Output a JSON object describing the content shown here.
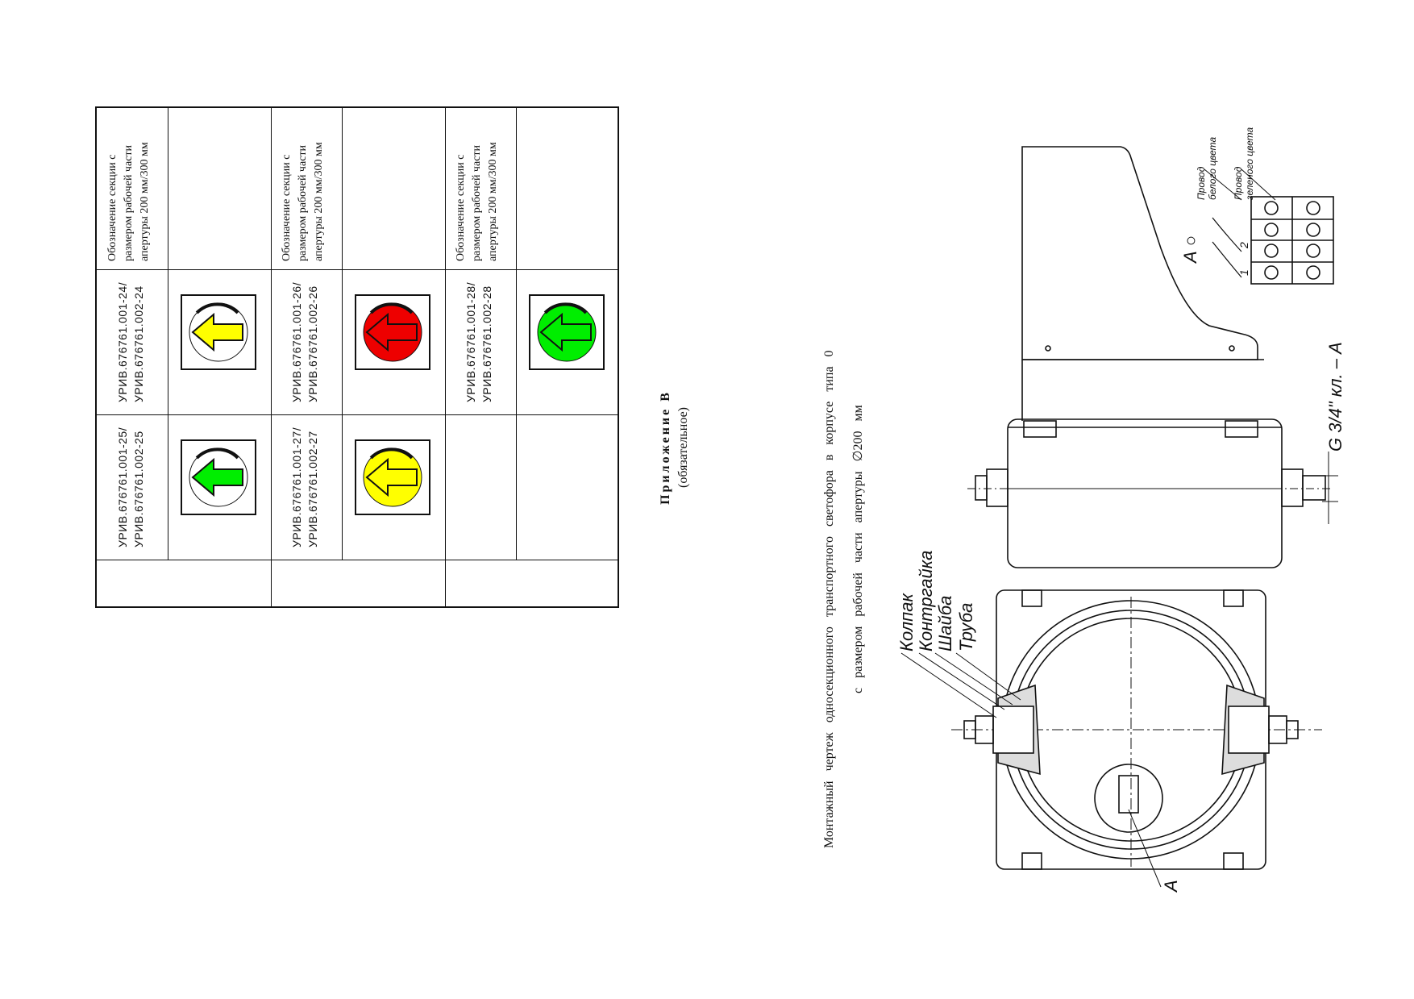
{
  "table": {
    "columns": [
      {
        "header": "Обозначение секции с размером рабочей части апертуры 200 мм/300 мм",
        "header_lines": [
          "Обозначение секции с",
          "размером рабочей части",
          "апертуры 200 мм/300 мм"
        ],
        "cells": [
          {
            "lines": [
              "УРИВ.676761.001-24/",
              "УРИВ.676761.002-24"
            ],
            "signal": {
              "fill": "#ffff00",
              "arrow": "#ffff00",
              "type": "arrow-on-white-bg"
            }
          },
          {
            "lines": [
              "УРИВ.676761.001-25/",
              "УРИВ.676761.002-25"
            ],
            "signal": {
              "fill": "#ffffff",
              "arrow": "#00ee00",
              "type": "arrow-on-white-bg"
            }
          }
        ]
      },
      {
        "header": "Обозначение секции с размером рабочей части апертуры 200 мм/300 мм",
        "header_lines": [
          "Обозначение секции с",
          "размером рабочей части",
          "апертуры 200 мм/300 мм"
        ],
        "cells": [
          {
            "lines": [
              "УРИВ.676761.001-26/",
              "УРИВ.676761.002-26"
            ],
            "signal": {
              "fill": "#ee0000",
              "arrow": "#ee0000",
              "type": "arrow-on-colored-bg"
            }
          },
          {
            "lines": [
              "УРИВ.676761.001-27/",
              "УРИВ.676761.002-27"
            ],
            "signal": {
              "fill": "#ffff00",
              "arrow": "#ffff00",
              "type": "arrow-on-colored-bg"
            }
          }
        ]
      },
      {
        "header": "Обозначение секции с размером рабочей части апертуры 200 мм/300 мм",
        "header_lines": [
          "Обозначение секции с",
          "размером рабочей части",
          "апертуры 200 мм/300 мм"
        ],
        "cells": [
          {
            "lines": [
              "УРИВ.676761.001-28/",
              "УРИВ.676761.002-28"
            ],
            "signal": {
              "fill": "#00ee00",
              "arrow": "#00ee00",
              "type": "arrow-on-colored-bg"
            }
          },
          {
            "lines": [
              "",
              ""
            ],
            "signal": null
          }
        ]
      }
    ]
  },
  "appendix": {
    "title": "Приложение В",
    "subtitle": "(обязательное)",
    "caption_line1": "Монтажный   чертеж   односекционного   транспортного   светофора   в   корпусе   типа   0",
    "caption_line2": "с   размером   рабочей   части   апертуры   ∅200   мм"
  },
  "drawing": {
    "labels": {
      "cap": "Колпак",
      "locknut": "Контргайка",
      "washer": "Шайба",
      "pipe": "Труба",
      "view_a": "А",
      "view_a_circle": "А ○",
      "thread": "G 3/4\" кл. – А",
      "wire_white": "Провод белого цвета",
      "wire_white_l1": "Провод",
      "wire_white_l2": "белого цвета",
      "wire_green": "Провод зеленого цвета",
      "wire_green_l1": "Провод",
      "wire_green_l2": "зеленого цвета",
      "num1": "1",
      "num2": "2"
    },
    "colors": {
      "line": "#111111"
    }
  }
}
